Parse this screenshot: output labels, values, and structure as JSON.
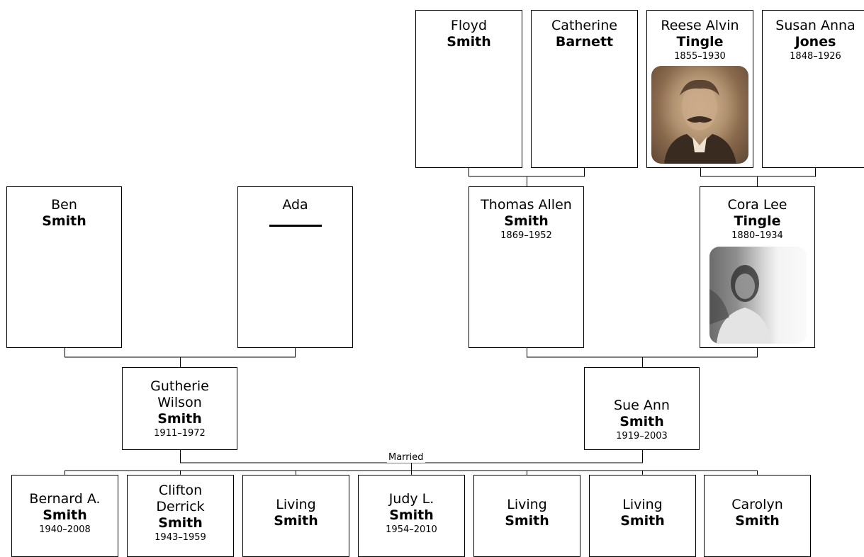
{
  "people": {
    "floyd": {
      "first": "Floyd",
      "last": "Smith"
    },
    "catherine": {
      "first": "Catherine",
      "last": "Barnett"
    },
    "reese": {
      "first": "Reese Alvin",
      "last": "Tingle",
      "dates": "1855–1930"
    },
    "susan": {
      "first": "Susan Anna",
      "last": "Jones",
      "dates": "1848–1926"
    },
    "ben": {
      "first": "Ben",
      "last": "Smith"
    },
    "ada": {
      "first": "Ada"
    },
    "thomas": {
      "first": "Thomas Allen",
      "last": "Smith",
      "dates": "1869–1952"
    },
    "cora": {
      "first": "Cora Lee",
      "last": "Tingle",
      "dates": "1880–1934"
    },
    "gutherie": {
      "first1": "Gutherie",
      "first2": "Wilson",
      "last": "Smith",
      "dates": "1911–1972"
    },
    "sue": {
      "first": "Sue Ann",
      "last": "Smith",
      "dates": "1919–2003"
    }
  },
  "children": [
    {
      "first": "Bernard A.",
      "last": "Smith",
      "dates": "1940–2008"
    },
    {
      "first1": "Clifton",
      "first2": "Derrick",
      "last": "Smith",
      "dates": "1943–1959"
    },
    {
      "first": "Living",
      "last": "Smith"
    },
    {
      "first": "Judy L.",
      "last": "Smith",
      "dates": "1954–2010"
    },
    {
      "first": "Living",
      "last": "Smith"
    },
    {
      "first": "Living",
      "last": "Smith"
    },
    {
      "first": "Carolyn",
      "last": "Smith"
    }
  ],
  "marriage_label": "Married"
}
